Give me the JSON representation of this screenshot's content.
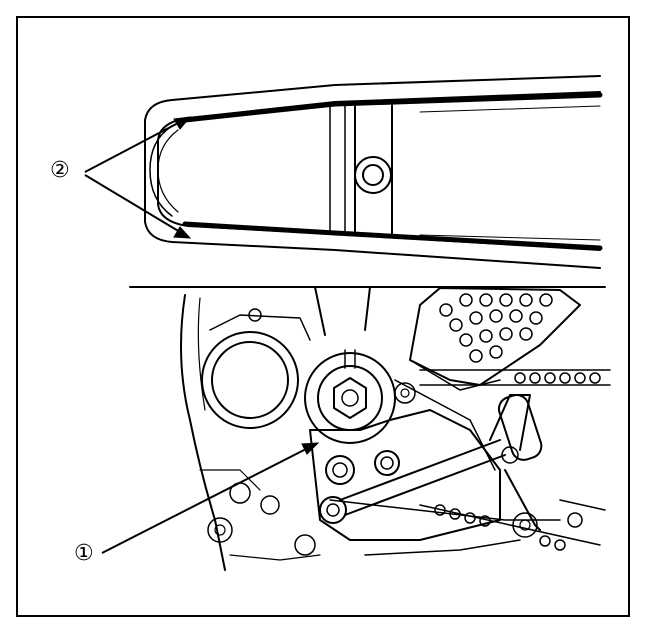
{
  "callouts": [
    {
      "id": "2",
      "text": "②"
    },
    {
      "id": "1",
      "text": "①"
    }
  ],
  "colors": {
    "ink": "#000000",
    "paper": "#ffffff"
  }
}
